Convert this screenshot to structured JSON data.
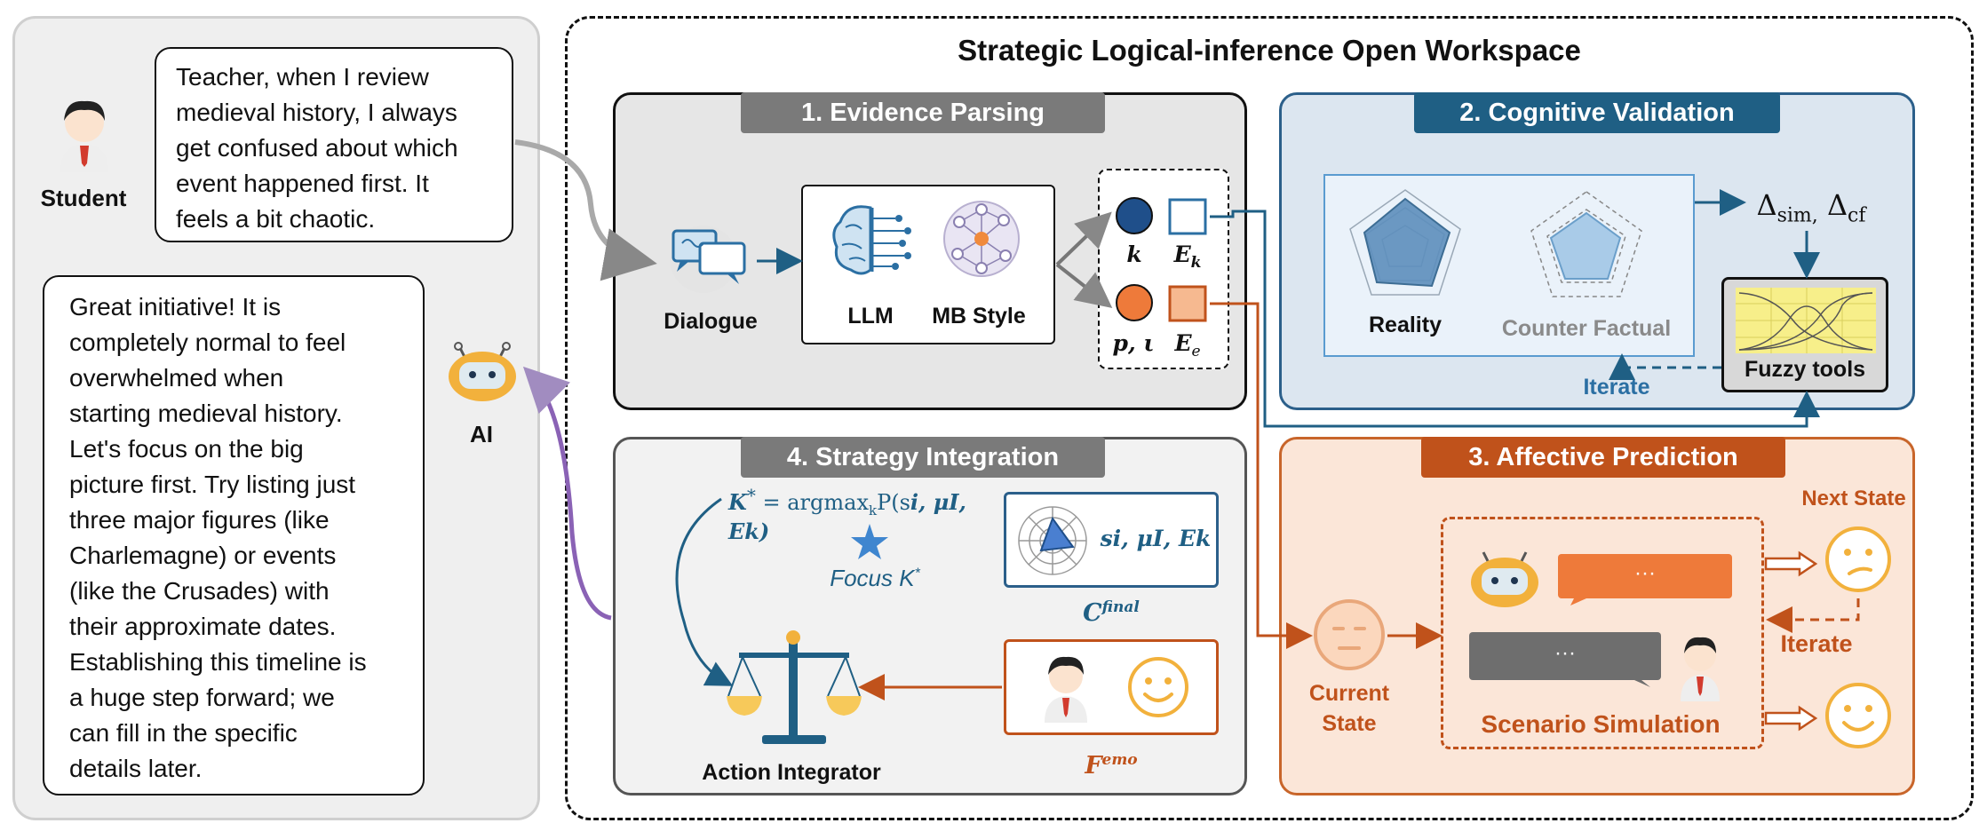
{
  "left": {
    "student_label": "Student",
    "student_message_lines": [
      "Teacher, when I review",
      "medieval history, I always",
      "get confused about which",
      "event happened first. It",
      "feels a bit chaotic."
    ],
    "ai_label": "AI",
    "ai_message_lines": [
      "Great initiative! It is",
      "completely normal to feel",
      "overwhelmed when",
      "starting medieval history.",
      "Let's focus on the big",
      "picture first. Try listing just",
      "three major figures (like",
      "Charlemagne) or events",
      "(like the Crusades) with",
      "their approximate dates.",
      "Establishing this timeline is",
      "a huge step forward; we",
      "can fill in the specific",
      "details later."
    ]
  },
  "workspace": {
    "title": "Strategic Logical-inference Open Workspace"
  },
  "evidence": {
    "header": "1. Evidence Parsing",
    "dialogue_label": "Dialogue",
    "llm_label": "LLM",
    "mb_label": "MB Style",
    "k_label": "k",
    "ek_label": "E",
    "ek_sub": "k",
    "p_label": "p, ι",
    "ee_label": "E",
    "ee_sub": "e"
  },
  "cognitive": {
    "header": "2. Cognitive Validation",
    "reality_label": "Reality",
    "counter_label": "Counter Factual",
    "delta_label": "Δ",
    "delta_sub1": "sim,",
    "delta_sub2": "cf",
    "fuzzy_label": "Fuzzy tools",
    "iterate_label": "Iterate"
  },
  "strategy": {
    "header": "4. Strategy Integration",
    "formula_lhs": "K",
    "formula_sup": "*",
    "formula_eq": " = argmax",
    "formula_sub": "k",
    "formula_rhs": "P(s",
    "formula_args": "i, μI, Ek)",
    "focus_label": "Focus K",
    "focus_sup": "*",
    "cfinal_vars": "si, μI, Ek",
    "cfinal_label": "C",
    "cfinal_sup": "final",
    "femo_label": "F",
    "femo_sup": "emo",
    "action_label": "Action Integrator"
  },
  "affective": {
    "header": "3. Affective Prediction",
    "next_state_label": "Next State",
    "current_state_label": "Current State",
    "current_state_lines": [
      "Current",
      "State"
    ],
    "scenario_label": "Scenario Simulation",
    "iterate_label": "Iterate",
    "ellipsis": "···"
  },
  "colors": {
    "blue": "#1f5f84",
    "orange": "#c0521b",
    "gray_header": "#7a7a7a",
    "purple_arrow": "#7a3fa0",
    "face_yellow": "#f2b13c"
  },
  "icons": [
    "student-avatar-icon",
    "robot-icon",
    "chat-bubbles-icon",
    "brain-circuit-icon",
    "network-icon",
    "radar-chart-icon",
    "fuzzy-curve-icon",
    "star-icon",
    "balance-scale-icon",
    "smiley-icon",
    "neutral-face-icon",
    "confused-face-icon",
    "hollow-arrow-icon"
  ]
}
